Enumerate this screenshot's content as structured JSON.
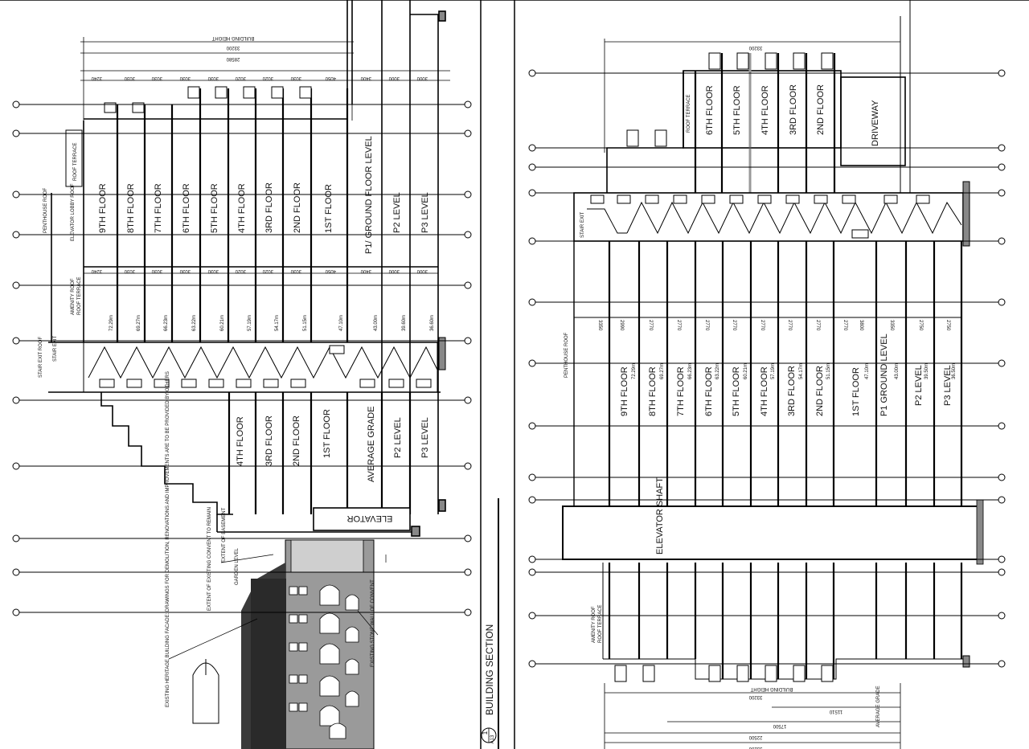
{
  "left_section": {
    "top_dims": {
      "overall": "33200",
      "inner": "28580",
      "label": "BUILDING HEIGHT"
    },
    "floor_dims": [
      "3240",
      "3030",
      "3030",
      "3030",
      "3030",
      "3020",
      "3020",
      "3030",
      "4050",
      "3400",
      "3000",
      "3000"
    ],
    "mid_dims": [
      "3240",
      "3030",
      "3030",
      "3030",
      "3030",
      "3020",
      "3020",
      "3030",
      "4050",
      "3400",
      "3000",
      "3000"
    ],
    "tower_floors": [
      "9TH FLOOR",
      "8TH FLOOR",
      "7TH FLOOR",
      "6TH FLOOR",
      "5TH FLOOR",
      "4TH FLOOR",
      "3RD FLOOR",
      "2ND FLOOR",
      "1ST FLOOR",
      "P1/ GROUND FLOOR LEVEL",
      "P2 LEVEL",
      "P3 LEVEL"
    ],
    "lower_floors": [
      "4TH FLOOR",
      "3RD FLOOR",
      "2ND FLOOR",
      "1ST FLOOR",
      "AVERAGE GRADE",
      "P2 LEVEL",
      "P3 LEVEL"
    ],
    "roof_labels": [
      "ROOF TERRACE",
      "ELEVATOR LOBBY ROOF",
      "PENTHOUSE ROOF",
      "AMENITY ROOF",
      "ROOF TERRACE",
      "STAIR EXIT ROOF",
      "STAIR EXIT"
    ],
    "elevator": "ELEVATOR",
    "elevations": [
      "72.29m",
      "69.27m",
      "66.23m",
      "63.22m",
      "60.21m",
      "57.19m",
      "54.17m",
      "51.15m",
      "47.10m",
      "43.00m",
      "39.60m",
      "36.60m"
    ],
    "notes": [
      "EXISTING HERITAGE BUILDING FACADE: DRAWINGS FOR DEMOLITION, RENOVATIONS AND IMPROVEMENTS ARE TO BE PROVIDED BY OTHERS",
      "EXISTING STONE WALL OF CONVENT",
      "EXTENT OF EXISTING CONVENT TO REMAIN",
      "EXTENT OF BASEMENT",
      "GARDEN LEVEL"
    ]
  },
  "right_section": {
    "top_dim": "33200",
    "upper_floors": [
      "6TH FLOOR",
      "5TH FLOOR",
      "4TH FLOOR",
      "3RD FLOOR",
      "2ND FLOOR"
    ],
    "roof_terrace": "ROOF TERRACE",
    "driveway": "DRIVEWAY",
    "stair_exit": "STAIR EXIT",
    "floor_dims": [
      "3350",
      "2990",
      "2770",
      "2770",
      "2770",
      "2770",
      "2770",
      "2770",
      "2770",
      "2770",
      "3800",
      "3350",
      "2750",
      "2750"
    ],
    "floors": [
      "9TH FLOOR",
      "8TH FLOOR",
      "7TH FLOOR",
      "6TH FLOOR",
      "5TH FLOOR",
      "4TH FLOOR",
      "3RD FLOOR",
      "2ND FLOOR",
      "1ST FLOOR",
      "P1 GROUND LEVEL",
      "P2 LEVEL",
      "P3 LEVEL"
    ],
    "penthouse": "PENTHOUSE ROOF",
    "elevations": [
      "72.29m",
      "69.27m",
      "66.23m",
      "63.22m",
      "60.21m",
      "57.19m",
      "54.17m",
      "51.15m",
      "47.10m",
      "43.00m",
      "39.50m",
      "36.50m"
    ],
    "elevator_shaft": "ELEVATOR SHAFT",
    "amenity": "AMENITY ROOF",
    "roof_terrace_2": "ROOF TERRACE",
    "bottom_dims": [
      "33200",
      "11510",
      "17500",
      "22500",
      "33200"
    ],
    "bottom_labels": [
      "BUILDING HEIGHT",
      "AVERAGE GRADE"
    ]
  },
  "title_block": {
    "title": "BUILDING SECTION",
    "number": "1",
    "sheet": "A13"
  }
}
